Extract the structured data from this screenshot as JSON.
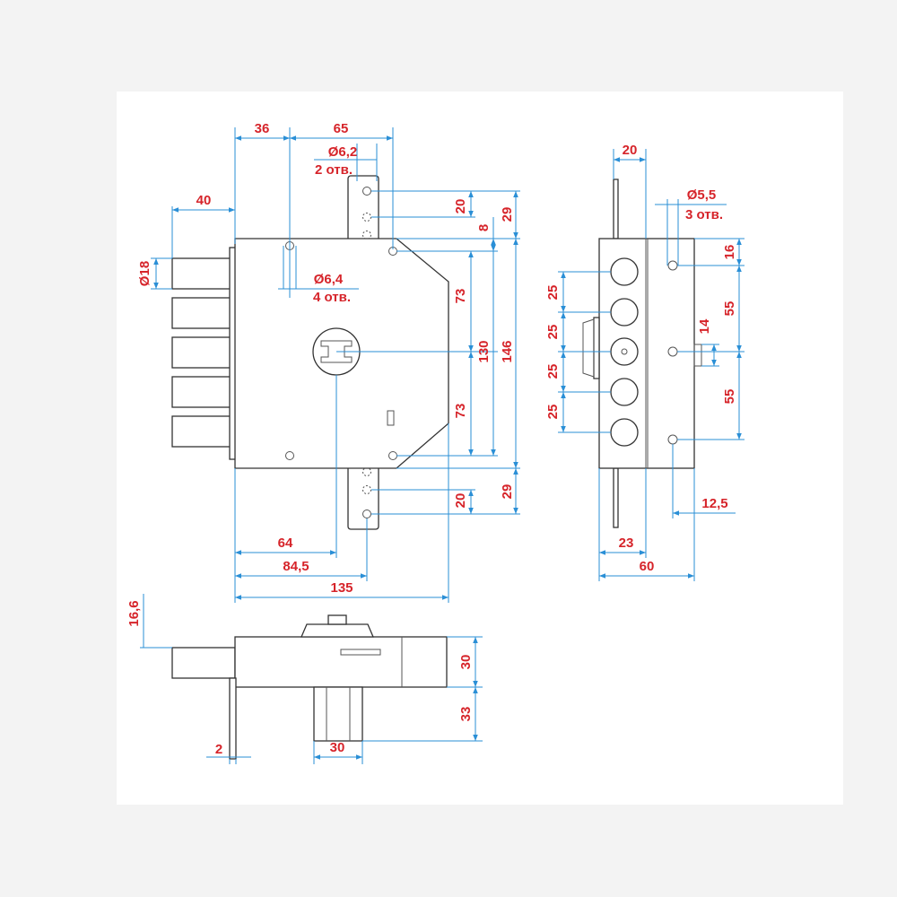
{
  "colors": {
    "dimension_text": "#d6242a",
    "dimension_line": "#2a8fd6",
    "outline": "#333333",
    "sheet": "#ffffff",
    "background": "#f3f3f3"
  },
  "front_view": {
    "d36": "36",
    "d65": "65",
    "hole62": "Ø6,2",
    "holes2": "2 отв.",
    "d40": "40",
    "bolt18": "Ø18",
    "hole64": "Ø6,4",
    "holes4": "4 отв.",
    "d20a": "20",
    "d8": "8",
    "d29a": "29",
    "d73a": "73",
    "d130": "130",
    "d146": "146",
    "d73b": "73",
    "d20b": "20",
    "d29b": "29",
    "d64": "64",
    "d845": "84,5",
    "d135": "135"
  },
  "side_view": {
    "d20": "20",
    "hole55": "Ø5,5",
    "holes3": "3 отв.",
    "d16": "16",
    "d55a": "55",
    "d14": "14",
    "d55b": "55",
    "p1": "25",
    "p2": "25",
    "p3": "25",
    "p4": "25",
    "d125": "12,5",
    "d23": "23",
    "d60": "60"
  },
  "bottom_view": {
    "d166": "16,6",
    "d30h": "30",
    "d33": "33",
    "d2": "2",
    "d30w": "30"
  }
}
